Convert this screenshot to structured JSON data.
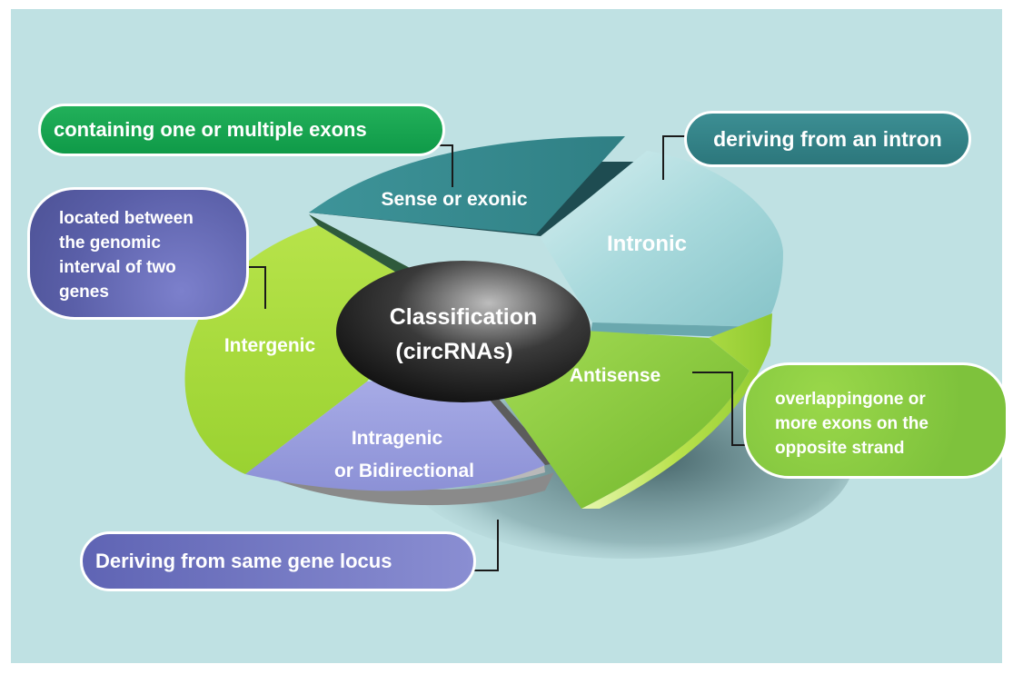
{
  "center": {
    "line1": "Classification",
    "line2": "(circRNAs)"
  },
  "segments": {
    "sense": "Sense or exonic",
    "intronic": "Intronic",
    "intergenic": "Intergenic",
    "antisense": "Antisense",
    "intragenic_line1": "Intragenic",
    "intragenic_line2": "or Bidirectional"
  },
  "callouts": {
    "sense": "containing one or multiple exons",
    "intronic": "deriving from an intron",
    "intergenic": [
      "located between",
      "the genomic",
      "interval of two",
      "genes"
    ],
    "antisense": [
      "overlappingone or",
      "more exons on the",
      "opposite strand"
    ],
    "intragenic": "Deriving from same gene locus"
  },
  "colors": {
    "background": "#bfe1e3",
    "sense": "#358a8f",
    "intronic": "#a8d9dc",
    "intergenic": "#a6db3a",
    "antisense": "#8ccd3c",
    "intragenic": "#9a9fdd",
    "center": "#1a1a1a"
  }
}
